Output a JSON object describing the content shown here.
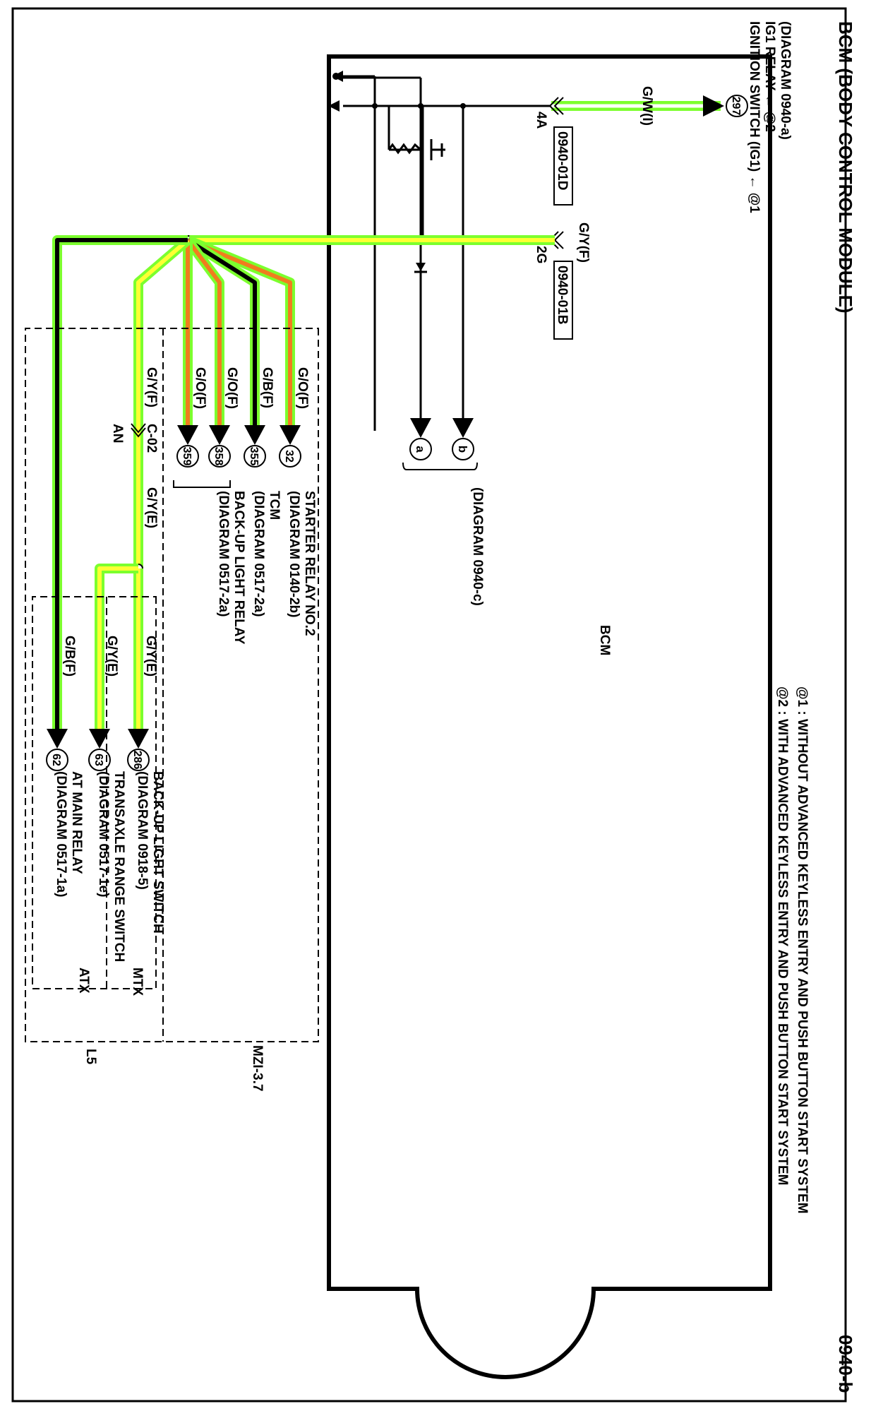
{
  "title": "BCM (BODY CONTROL MODULE)",
  "page_code": "0940-b",
  "notes": [
    "@1 : WITHOUT ADVANCED KEYLESS ENTRY AND PUSH BUTTON START SYSTEM",
    "@2 : WITH ADVANCED KEYLESS ENTRY AND PUSH BUTTON START SYSTEM"
  ],
  "bcm_label": "BCM",
  "bcm_diagram_ref": "(DIAGRAM 0940-c)",
  "internal_connectors": {
    "a": "a",
    "b": "b"
  },
  "pins": {
    "p4a": {
      "pin": "4A",
      "connector": "0940-01D"
    },
    "p2g": {
      "pin": "2G",
      "connector": "0940-01B"
    }
  },
  "ignition": {
    "wire": "G/W(I)",
    "circle": "297",
    "lines": [
      "IGNITION SWITCH (IG1) ← @1",
      "IG1 RELAY ← @2",
      "(DIAGRAM 0940-a)"
    ]
  },
  "trunk_wire": "G/Y(F)",
  "branches": [
    {
      "wire": "G/O(F)",
      "circle": "32",
      "lines": [
        "STARTER RELAY NO.2",
        "(DIAGRAM 0140-2b)"
      ]
    },
    {
      "wire": "G/B(F)",
      "circle": "355",
      "lines": [
        "TCM",
        "(DIAGRAM 0517-2a)"
      ]
    },
    {
      "wire": "G/O(F)",
      "circle": "358",
      "lines": [
        "BACK-UP LIGHT RELAY",
        "(DIAGRAM 0517-2a)"
      ]
    },
    {
      "wire": "G/O(F)",
      "circle": "359",
      "lines": []
    }
  ],
  "gy_branch": {
    "wire_before": "G/Y(F)",
    "connector": "C-02",
    "connector_sub": "AN",
    "wire_after": "G/Y(E)"
  },
  "lower_branches": [
    {
      "wire": "G/Y(E)",
      "circle": "286",
      "lines": [
        "BACK-UP LIGHT SWITCH",
        "(DIAGRAM 0918-5)"
      ]
    },
    {
      "wire": "G/Y(E)",
      "circle": "63",
      "lines": [
        "TRANSAXLE RANGE SWITCH",
        "(DIAGRAM 0517-1e)"
      ]
    },
    {
      "wire": "G/B(F)",
      "circle": "62",
      "lines": [
        "AT MAIN RELAY",
        "(DIAGRAM 0517-1a)"
      ]
    }
  ],
  "variants": {
    "engine": "MZI-3.7",
    "l5": "L5",
    "mtx": "MTX",
    "atx": "ATX"
  },
  "colors": {
    "green": "#7cff2e",
    "yellow": "#ffff33",
    "orange": "#f07d1e",
    "black": "#000000",
    "white": "#ffffff"
  }
}
